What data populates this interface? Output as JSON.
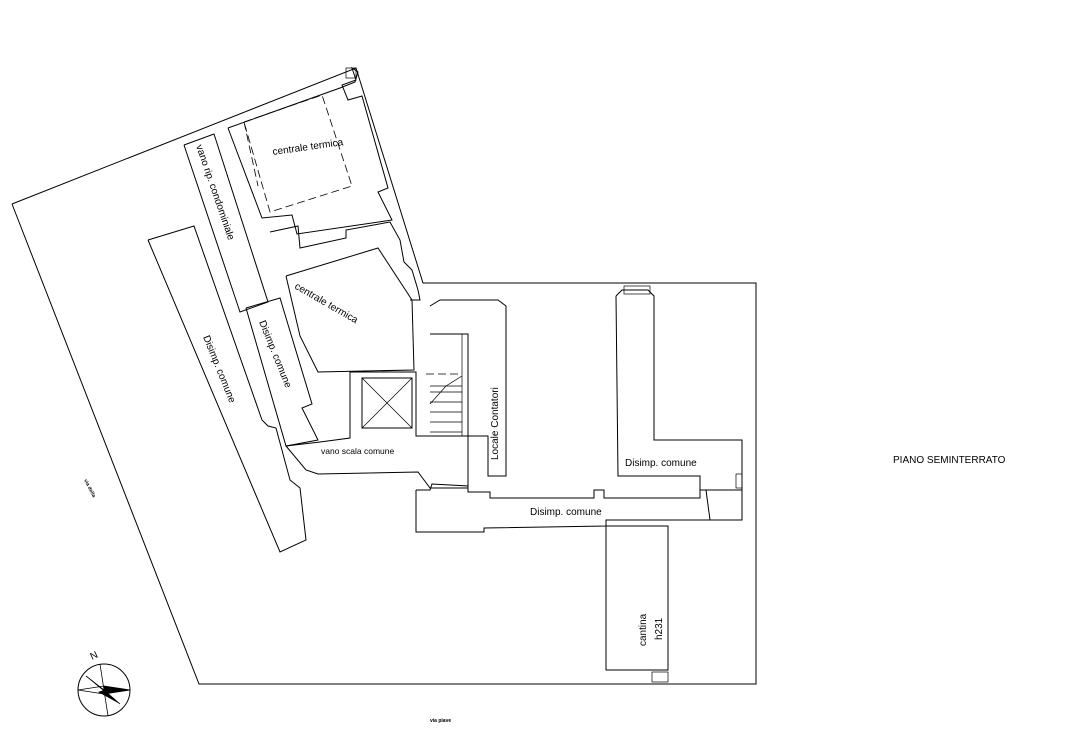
{
  "floor_title": "PIANO SEMINTERRATO",
  "rooms": {
    "centrale_termica_1": "centrale termica",
    "vano_rip": "vano rip. condominiale",
    "centrale_termica_2": "centrale termica",
    "disimp_left_1": "Disimp. comune",
    "disimp_left_2": "Disimp. comune",
    "vano_scala": "vano scala comune",
    "locale_contatori": "Locale Contatori",
    "disimp_right": "Disimp. comune",
    "disimp_bottom": "Disimp. comune",
    "cantina": "cantina",
    "cantina_h": "h231"
  },
  "streets": {
    "left": "via della",
    "bottom": "via piave"
  },
  "compass": {
    "north": "N"
  }
}
